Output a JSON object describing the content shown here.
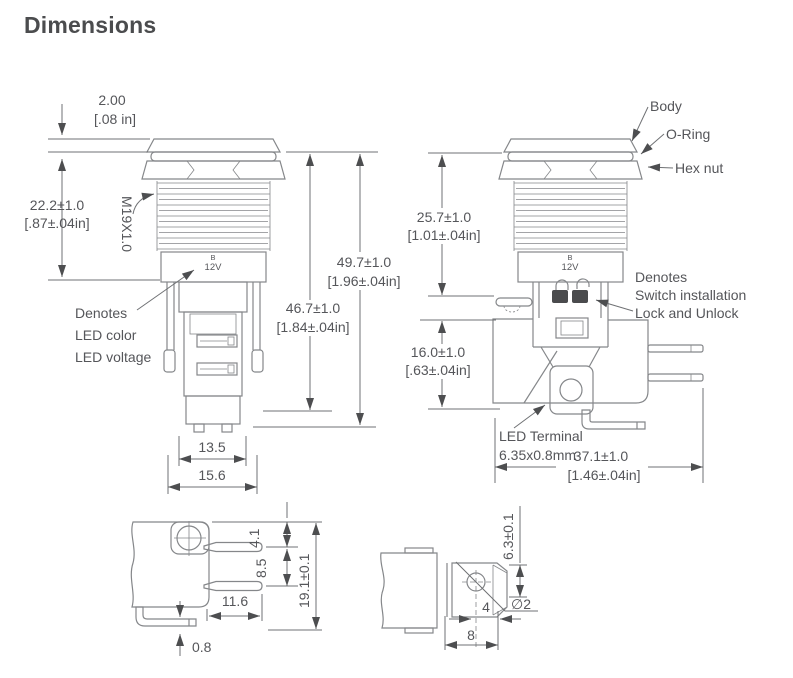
{
  "title": "Dimensions",
  "front_view": {
    "cap_height_mm": "2.00",
    "cap_height_in": "[.08 in]",
    "upper_height_mm": "22.2±1.0",
    "upper_height_in": "[.87±.04in]",
    "thread_spec": "M19X1.0",
    "marking_top": "B",
    "marking_bottom": "12V",
    "overall_height_mm": "49.7±1.0",
    "overall_height_in": "[1.96±.04in]",
    "lower_height_mm": "46.7±1.0",
    "lower_height_in": "[1.84±.04in]",
    "led_note_line1": "Denotes",
    "led_note_line2": "LED color",
    "led_note_line3": "LED voltage",
    "base_inner_width": "13.5",
    "base_outer_width": "15.6"
  },
  "side_view": {
    "body_label": "Body",
    "oring_label": "O-Ring",
    "hexnut_label": "Hex nut",
    "upper_height_mm": "25.7±1.0",
    "upper_height_in": "[1.01±.04in]",
    "marking_top": "B",
    "marking_bottom": "12V",
    "lock_note_line1": "Denotes",
    "lock_note_line2": "Switch installation",
    "lock_note_line3": "Lock and Unlock",
    "lower_height_mm": "16.0±1.0",
    "lower_height_in": "[.63±.04in]",
    "terminal_note_line1": "LED Terminal",
    "terminal_note_line2": "6.35x0.8mm",
    "overall_width_mm": "37.1±1.0",
    "overall_width_in": "[1.46±.04in]"
  },
  "bottom_view": {
    "pin1_offset": "4.1",
    "pin_spacing": "8.5",
    "overall_height": "19.1±0.1",
    "pin_length": "11.6",
    "pin_thickness": "0.8"
  },
  "terminal_view": {
    "terminal_height": "6.3±0.1",
    "hole_diameter": "∅2",
    "hole_offset": "4",
    "terminal_width": "8"
  }
}
